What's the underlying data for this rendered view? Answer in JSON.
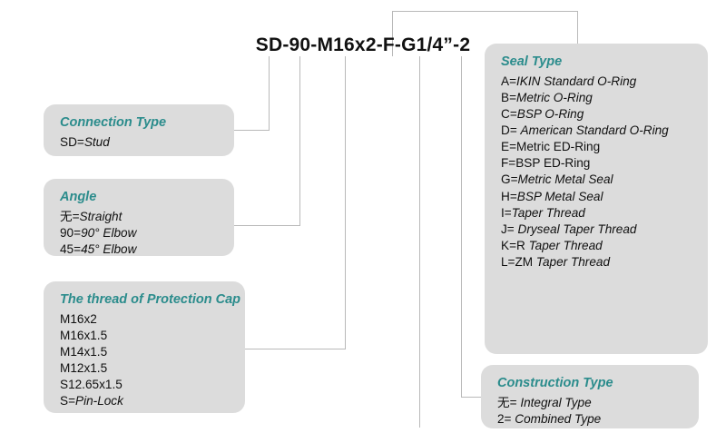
{
  "part_number": "SD-90-M16x2-F-G1/4”-2",
  "accent_color": "#2b8c8c",
  "box_color": "#dcdcdc",
  "line_color": "#b9b9b9",
  "callouts": {
    "connection_type": {
      "title": "Connection Type",
      "entries": [
        {
          "key": "SD=",
          "value": "Stud"
        }
      ]
    },
    "angle": {
      "title": "Angle",
      "entries": [
        {
          "key": "无=",
          "value": "Straight"
        },
        {
          "key": "90=",
          "value": "90° Elbow"
        },
        {
          "key": "45=",
          "value": "45° Elbow"
        }
      ]
    },
    "protection_cap_thread": {
      "title": "The thread of Protection Cap",
      "entries": [
        {
          "key": "M16x2",
          "value": ""
        },
        {
          "key": "M16x1.5",
          "value": ""
        },
        {
          "key": "M14x1.5",
          "value": ""
        },
        {
          "key": "M12x1.5",
          "value": ""
        },
        {
          "key": "S12.65x1.5",
          "value": ""
        },
        {
          "key": "S=",
          "value": "Pin-Lock"
        }
      ]
    },
    "seal_type": {
      "title": "Seal Type",
      "entries": [
        {
          "key": "A=",
          "value": "IKIN Standard O-Ring"
        },
        {
          "key": "B=",
          "value": "Metric O-Ring"
        },
        {
          "key": "C=",
          "value": "BSP O-Ring"
        },
        {
          "key": "D= ",
          "value": "American Standard O-Ring"
        },
        {
          "key": "E=Metric ED-Ring",
          "value": ""
        },
        {
          "key": "F=BSP ED-Ring",
          "value": ""
        },
        {
          "key": "G=",
          "value": "Metric Metal Seal"
        },
        {
          "key": "H=",
          "value": "BSP Metal Seal"
        },
        {
          "key": "I=",
          "value": "Taper Thread"
        },
        {
          "key": "J= ",
          "value": "Dryseal Taper Thread"
        },
        {
          "key": "K=R ",
          "value": "Taper Thread"
        },
        {
          "key": "L=ZM ",
          "value": "Taper Thread"
        }
      ]
    },
    "construction_type": {
      "title": "Construction Type",
      "entries": [
        {
          "key": "无= ",
          "value": "Integral Type"
        },
        {
          "key": "2= ",
          "value": "Combined Type"
        }
      ]
    }
  }
}
